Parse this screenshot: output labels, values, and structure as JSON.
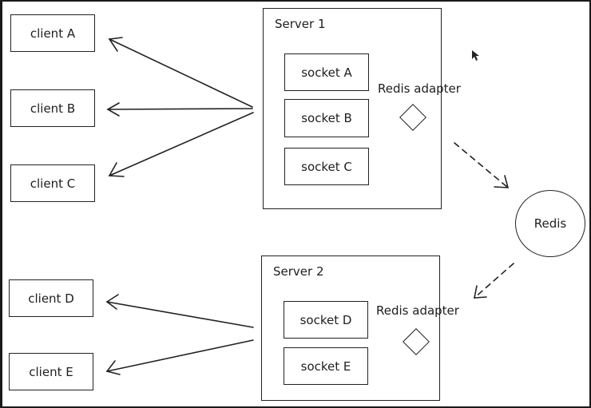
{
  "clients": [
    {
      "label": "client A"
    },
    {
      "label": "client B"
    },
    {
      "label": "client C"
    },
    {
      "label": "client D"
    },
    {
      "label": "client E"
    }
  ],
  "servers": [
    {
      "title": "Server 1",
      "sockets": [
        {
          "label": "socket A"
        },
        {
          "label": "socket B"
        },
        {
          "label": "socket C"
        }
      ],
      "adapter_label": "Redis adapter"
    },
    {
      "title": "Server 2",
      "sockets": [
        {
          "label": "socket D"
        },
        {
          "label": "socket E"
        }
      ],
      "adapter_label": "Redis adapter"
    }
  ],
  "redis": {
    "label": "Redis"
  }
}
